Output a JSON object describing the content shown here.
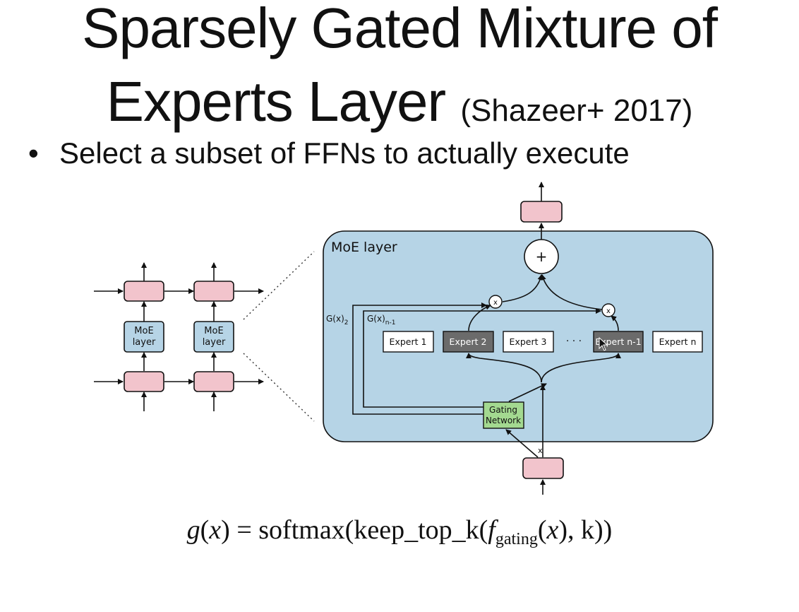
{
  "slide": {
    "title_line1": "Sparsely Gated Mixture of",
    "title_line2": "Experts Layer",
    "citation": "(Shazeer+ 2017)",
    "bullet": "Select a subset of FFNs to actually execute"
  },
  "diagram": {
    "moe_layer_label": "MoE layer",
    "small_moe_line1": "MoE",
    "small_moe_line2": "layer",
    "sum_symbol": "+",
    "mult_symbol": "x",
    "gate_label_2": "G(x)",
    "gate_sub_2": "2",
    "gate_label_n1": "G(x)",
    "gate_sub_n1": "n-1",
    "ellipsis": "· · ·",
    "experts": [
      "Expert 1",
      "Expert 2",
      "Expert 3",
      "Expert n-1",
      "Expert n"
    ],
    "gating_line1": "Gating",
    "gating_line2": "Network",
    "input_mark": "x",
    "colors": {
      "moe_bg": "#b6d4e6",
      "pink": "#f2c4cc",
      "green": "#a3d990",
      "selected_expert": "#6b6b6b"
    }
  },
  "formula": {
    "g": "g",
    "x": "x",
    "eq_softmax": " = softmax(keep_top_k(",
    "f": "f",
    "f_sub": "gating",
    "tail": "), k))"
  }
}
